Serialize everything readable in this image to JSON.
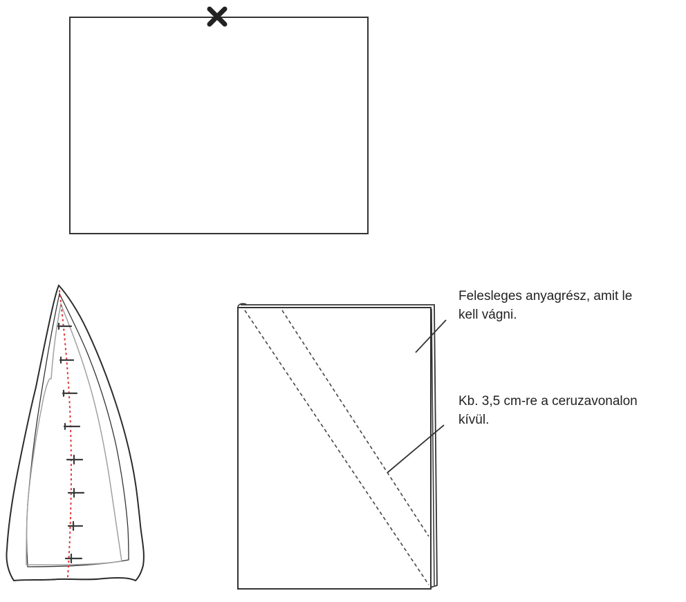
{
  "annotations": {
    "excess_fabric": {
      "line1": "Felesleges anyagrész, amit le",
      "line2": "kell vágni."
    },
    "offset": {
      "line1": "Kb. 3,5 cm-re a ceruzavonalon",
      "line2": "kívül."
    }
  },
  "colors": {
    "outline": "#333333",
    "inner_outline": "#a0a0a0",
    "dashed_line": "#444444",
    "center_seam": "#e03030",
    "pins": "#3a3a3a",
    "marker": "#222222"
  },
  "icons": {
    "marker": "x-mark-icon"
  }
}
